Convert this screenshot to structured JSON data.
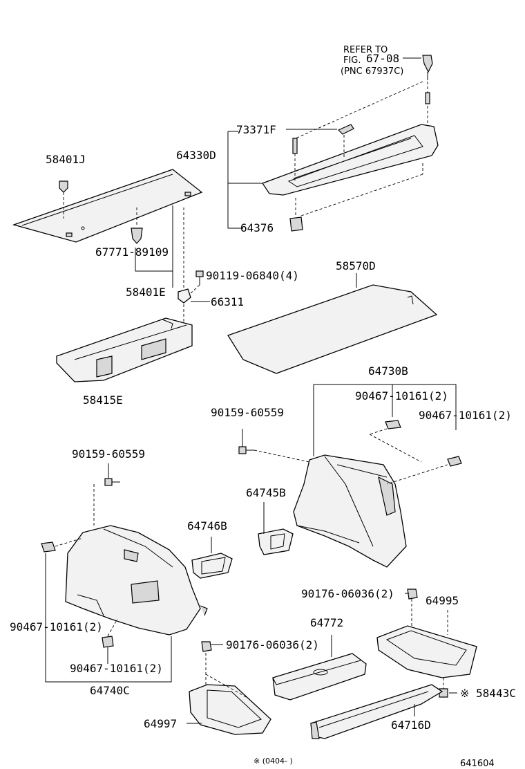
{
  "labels": {
    "refer_line1": "REFER TO",
    "refer_line2": "FIG.",
    "refer_fig": "67-08",
    "refer_pnc": "(PNC 67937C)",
    "p73371F": "73371F",
    "p64330D": "64330D",
    "p58401J": "58401J",
    "p64376": "64376",
    "p6777189109": "67771-89109",
    "p58401E": "58401E",
    "p9011906840": "90119-06840(4)",
    "p66311": "66311",
    "p58570D": "58570D",
    "p58415E": "58415E",
    "p64730B": "64730B",
    "p9046710161a": "90467-10161(2)",
    "p9046710161b": "90467-10161(2)",
    "p9015960559a": "90159-60559",
    "p9015960559b": "90159-60559",
    "p64745B": "64745B",
    "p64746B": "64746B",
    "p9017606036a": "90176-06036(2)",
    "p64995": "64995",
    "p9046710161c": "90467-10161(2)",
    "p64772": "64772",
    "p9017606036b": "90176-06036(2)",
    "p9046710161d": "90467-10161(2)",
    "p64740C": "64740C",
    "p58443C": "※ 58443C",
    "p64997": "64997",
    "p64716D": "64716D",
    "footnote": "※ (0404-       )",
    "diagram_id": "641604"
  }
}
